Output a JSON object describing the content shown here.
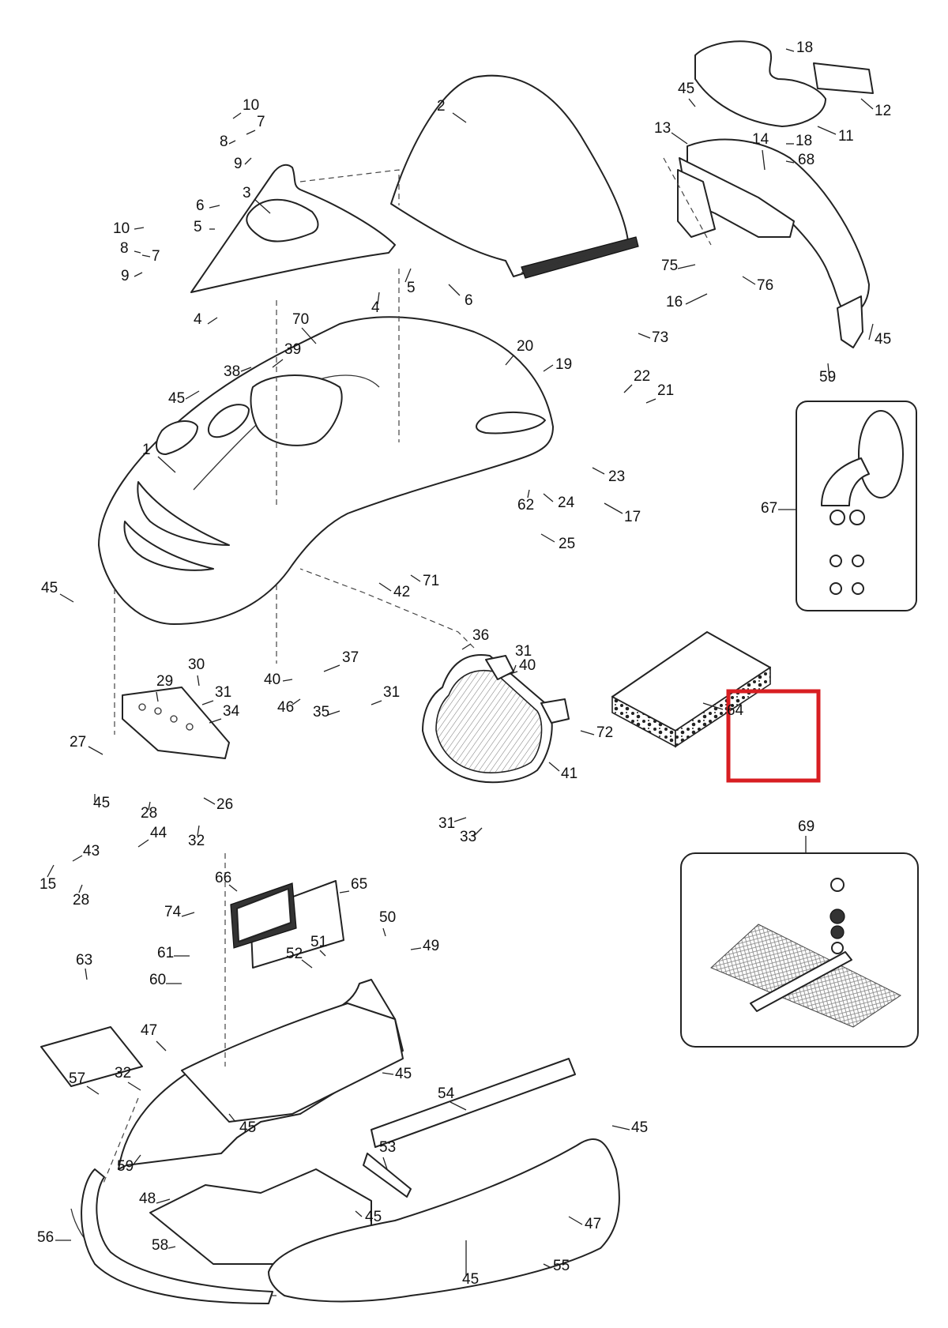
{
  "highlight": {
    "color": "#d81e22"
  },
  "callouts": [
    {
      "id": "c-1",
      "text": "1"
    },
    {
      "id": "c-2",
      "text": "2"
    },
    {
      "id": "c-3",
      "text": "3"
    },
    {
      "id": "c-4a",
      "text": "4"
    },
    {
      "id": "c-4b",
      "text": "4"
    },
    {
      "id": "c-5a",
      "text": "5"
    },
    {
      "id": "c-5b",
      "text": "5"
    },
    {
      "id": "c-6a",
      "text": "6"
    },
    {
      "id": "c-6b",
      "text": "6"
    },
    {
      "id": "c-7a",
      "text": "7"
    },
    {
      "id": "c-7b",
      "text": "7"
    },
    {
      "id": "c-8a",
      "text": "8"
    },
    {
      "id": "c-8b",
      "text": "8"
    },
    {
      "id": "c-9a",
      "text": "9"
    },
    {
      "id": "c-9b",
      "text": "9"
    },
    {
      "id": "c-10a",
      "text": "10"
    },
    {
      "id": "c-10b",
      "text": "10"
    },
    {
      "id": "c-11",
      "text": "11"
    },
    {
      "id": "c-12",
      "text": "12"
    },
    {
      "id": "c-13",
      "text": "13"
    },
    {
      "id": "c-14",
      "text": "14"
    },
    {
      "id": "c-15",
      "text": "15"
    },
    {
      "id": "c-16",
      "text": "16"
    },
    {
      "id": "c-17",
      "text": "17"
    },
    {
      "id": "c-18a",
      "text": "18"
    },
    {
      "id": "c-18b",
      "text": "18"
    },
    {
      "id": "c-19",
      "text": "19"
    },
    {
      "id": "c-20",
      "text": "20"
    },
    {
      "id": "c-21",
      "text": "21"
    },
    {
      "id": "c-22",
      "text": "22"
    },
    {
      "id": "c-23",
      "text": "23"
    },
    {
      "id": "c-24",
      "text": "24"
    },
    {
      "id": "c-25",
      "text": "25"
    },
    {
      "id": "c-26",
      "text": "26"
    },
    {
      "id": "c-27",
      "text": "27"
    },
    {
      "id": "c-28a",
      "text": "28"
    },
    {
      "id": "c-28b",
      "text": "28"
    },
    {
      "id": "c-29",
      "text": "29"
    },
    {
      "id": "c-30",
      "text": "30"
    },
    {
      "id": "c-31a",
      "text": "31"
    },
    {
      "id": "c-31b",
      "text": "31"
    },
    {
      "id": "c-31c",
      "text": "31"
    },
    {
      "id": "c-31d",
      "text": "31"
    },
    {
      "id": "c-32a",
      "text": "32"
    },
    {
      "id": "c-32b",
      "text": "32"
    },
    {
      "id": "c-33",
      "text": "33"
    },
    {
      "id": "c-34",
      "text": "34"
    },
    {
      "id": "c-35",
      "text": "35"
    },
    {
      "id": "c-36",
      "text": "36"
    },
    {
      "id": "c-37",
      "text": "37"
    },
    {
      "id": "c-38",
      "text": "38"
    },
    {
      "id": "c-39",
      "text": "39"
    },
    {
      "id": "c-40a",
      "text": "40"
    },
    {
      "id": "c-40b",
      "text": "40"
    },
    {
      "id": "c-41",
      "text": "41"
    },
    {
      "id": "c-42",
      "text": "42"
    },
    {
      "id": "c-43",
      "text": "43"
    },
    {
      "id": "c-44",
      "text": "44"
    },
    {
      "id": "c-45a",
      "text": "45"
    },
    {
      "id": "c-45b",
      "text": "45"
    },
    {
      "id": "c-45c",
      "text": "45"
    },
    {
      "id": "c-45d",
      "text": "45"
    },
    {
      "id": "c-45e",
      "text": "45"
    },
    {
      "id": "c-45f",
      "text": "45"
    },
    {
      "id": "c-45g",
      "text": "45"
    },
    {
      "id": "c-45h",
      "text": "45"
    },
    {
      "id": "c-45i",
      "text": "45"
    },
    {
      "id": "c-45j",
      "text": "45"
    },
    {
      "id": "c-46",
      "text": "46"
    },
    {
      "id": "c-47a",
      "text": "47"
    },
    {
      "id": "c-47b",
      "text": "47"
    },
    {
      "id": "c-48",
      "text": "48"
    },
    {
      "id": "c-49",
      "text": "49"
    },
    {
      "id": "c-50",
      "text": "50"
    },
    {
      "id": "c-51",
      "text": "51"
    },
    {
      "id": "c-52",
      "text": "52"
    },
    {
      "id": "c-53",
      "text": "53"
    },
    {
      "id": "c-54",
      "text": "54"
    },
    {
      "id": "c-55",
      "text": "55"
    },
    {
      "id": "c-56",
      "text": "56"
    },
    {
      "id": "c-57",
      "text": "57"
    },
    {
      "id": "c-58",
      "text": "58"
    },
    {
      "id": "c-59a",
      "text": "59"
    },
    {
      "id": "c-59b",
      "text": "59"
    },
    {
      "id": "c-60",
      "text": "60"
    },
    {
      "id": "c-61",
      "text": "61"
    },
    {
      "id": "c-62",
      "text": "62"
    },
    {
      "id": "c-63",
      "text": "63"
    },
    {
      "id": "c-64",
      "text": "64"
    },
    {
      "id": "c-65",
      "text": "65"
    },
    {
      "id": "c-66",
      "text": "66"
    },
    {
      "id": "c-67",
      "text": "67"
    },
    {
      "id": "c-68",
      "text": "68"
    },
    {
      "id": "c-69",
      "text": "69"
    },
    {
      "id": "c-70",
      "text": "70"
    },
    {
      "id": "c-71",
      "text": "71"
    },
    {
      "id": "c-72",
      "text": "72"
    },
    {
      "id": "c-73",
      "text": "73"
    },
    {
      "id": "c-74",
      "text": "74"
    },
    {
      "id": "c-75",
      "text": "75"
    },
    {
      "id": "c-76",
      "text": "76"
    }
  ]
}
